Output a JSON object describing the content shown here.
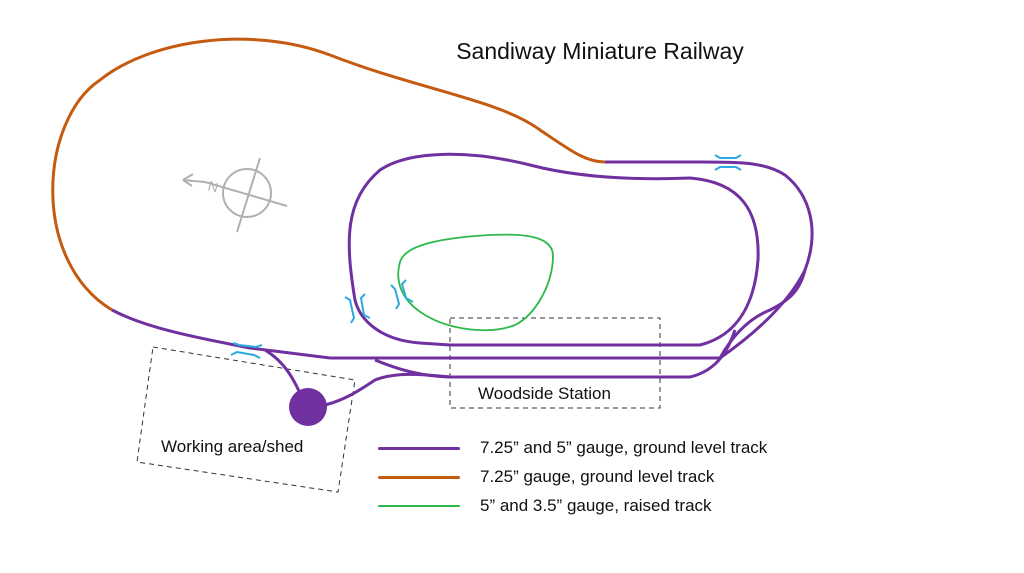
{
  "title": "Sandiway Miniature Railway",
  "areas": {
    "station": "Woodside Station",
    "shed": "Working area/shed"
  },
  "compass": {
    "north_letter": "N"
  },
  "legend": [
    {
      "label": "7.25” and 5” gauge, ground level track",
      "color": "#7030a0"
    },
    {
      "label": "7.25” gauge, ground level track",
      "color": "#c55a11"
    },
    {
      "label": "5” and 3.5” gauge, raised track",
      "color": "#2db84a"
    }
  ],
  "colors": {
    "dual_gauge": "#7030a0",
    "single_gauge": "#c55a11",
    "raised": "#2db84a",
    "bridge": "#29abe2",
    "compass": "#b0b0b0",
    "boundary": "#333333"
  }
}
